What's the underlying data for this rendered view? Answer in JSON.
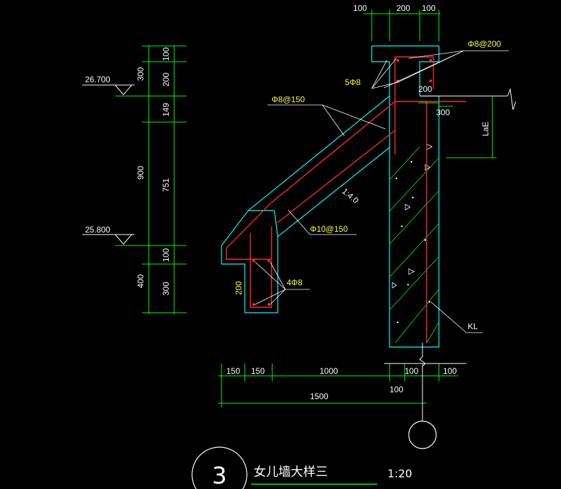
{
  "colors": {
    "background": "#000000",
    "dimension_line": "#00ff00",
    "concrete_outline": "#00ffff",
    "rebar": "#ff2a2a",
    "leader": "#ffffff",
    "annotation": "#ffff33",
    "text": "#ffffff"
  },
  "top_dims": [
    "100",
    "200",
    "100"
  ],
  "left_dims": {
    "total_upper": "300",
    "upper": [
      "100",
      "200"
    ],
    "total_middle": "900",
    "middle": [
      "149",
      "751"
    ],
    "total_lower": "400",
    "lower": [
      "100",
      "300"
    ]
  },
  "elevations": [
    "26.700",
    "25.800"
  ],
  "rebar_labels": {
    "phi8_200": "Φ8@200",
    "five_phi8": "5Φ8",
    "phi8_150": "Φ8@150",
    "phi10_150": "Φ10@150",
    "four_phi8": "4Φ8"
  },
  "annotations": {
    "dim_200": "200",
    "dim_300": "300",
    "lae": "LaE",
    "slope": "1:4.0",
    "ledge_200": "200",
    "kl": "KL"
  },
  "bottom_dims": {
    "row1": [
      "150",
      "150",
      "1000",
      "100",
      "100"
    ],
    "row2": [
      "100"
    ],
    "total": "1500"
  },
  "title": {
    "number": "3",
    "name": "女儿墙大样三",
    "scale": "1:20"
  }
}
